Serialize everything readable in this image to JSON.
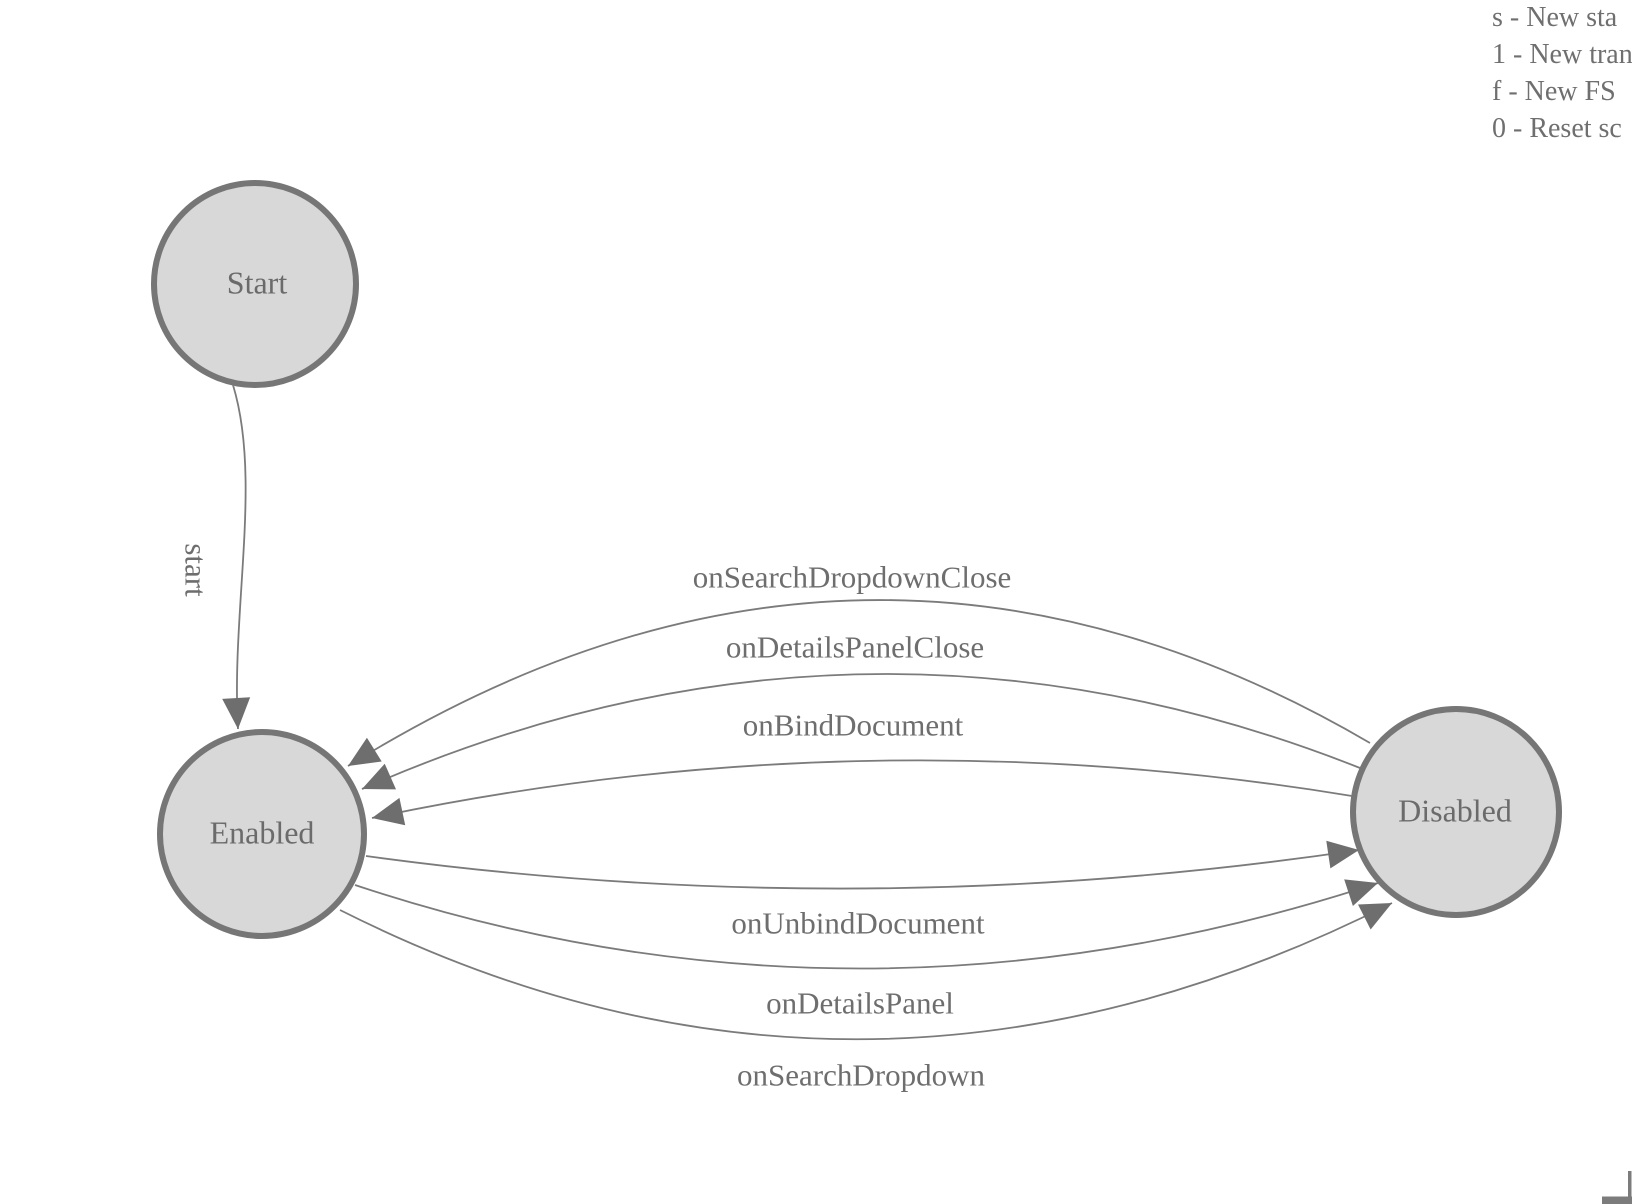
{
  "legend": {
    "lines": [
      "s - New sta",
      "1 - New tran",
      "f - New FS",
      "0 - Reset sc"
    ]
  },
  "fsm": {
    "states": [
      {
        "id": "start",
        "label": "Start"
      },
      {
        "id": "enabled",
        "label": "Enabled"
      },
      {
        "id": "disabled",
        "label": "Disabled"
      }
    ],
    "transitions": [
      {
        "label": "start",
        "from": "Start",
        "to": "Enabled"
      },
      {
        "label": "onSearchDropdownClose",
        "from": "Disabled",
        "to": "Enabled"
      },
      {
        "label": "onDetailsPanelClose",
        "from": "Disabled",
        "to": "Enabled"
      },
      {
        "label": "onBindDocument",
        "from": "Disabled",
        "to": "Enabled"
      },
      {
        "label": "onUnbindDocument",
        "from": "Enabled",
        "to": "Disabled"
      },
      {
        "label": "onDetailsPanel",
        "from": "Enabled",
        "to": "Disabled"
      },
      {
        "label": "onSearchDropdown",
        "from": "Enabled",
        "to": "Disabled"
      }
    ]
  },
  "colors": {
    "background": "#ffffff",
    "node_fill": "#d8d8d8",
    "node_stroke": "#767676",
    "edge_stroke": "#7b7b7b",
    "arrow_fill": "#6e6e6e",
    "text": "#6b6b6b",
    "legend_text": "#6f6f6f"
  }
}
